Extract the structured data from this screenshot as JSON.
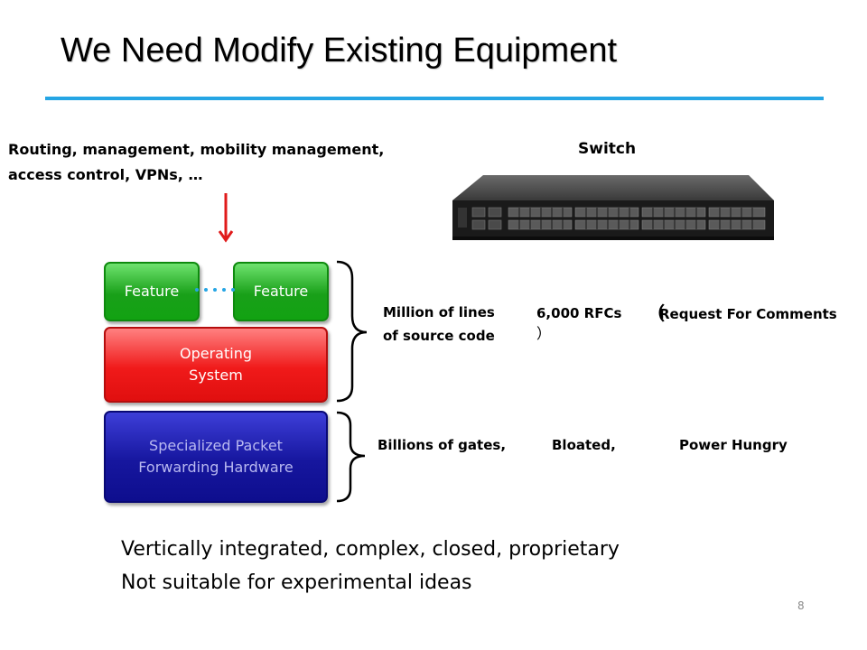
{
  "slide": {
    "title": "We Need Modify Existing Equipment",
    "page_number": "8",
    "features_description": "Routing, management, mobility management, access control, VPNs, …",
    "switch_label": "Switch",
    "stack": {
      "feature_left": "Feature",
      "feature_right": "Feature",
      "operating_system": "Operating\nSystem",
      "hardware": "Specialized Packet\nForwarding Hardware"
    },
    "annotations": {
      "million_lines": "Million of lines\nof source code",
      "rfcs": "6,000 RFCs",
      "rfc_open_paren": "（",
      "rfc_expansion": "Request For Comments",
      "rfc_close_paren": "）",
      "billions": "Billions of gates,",
      "bloated": "Bloated,",
      "power": "Power Hungry"
    },
    "bottom_lines": [
      "Vertically integrated, complex, closed, proprietary",
      "Not suitable for experimental ideas"
    ]
  },
  "colors": {
    "title_rule": "#25a5e4",
    "feature_box": "#19a019",
    "os_box": "#f01a1a",
    "hardware_box": "#16169e",
    "arrow": "#e01a1a",
    "dots": "#25a5e4"
  }
}
